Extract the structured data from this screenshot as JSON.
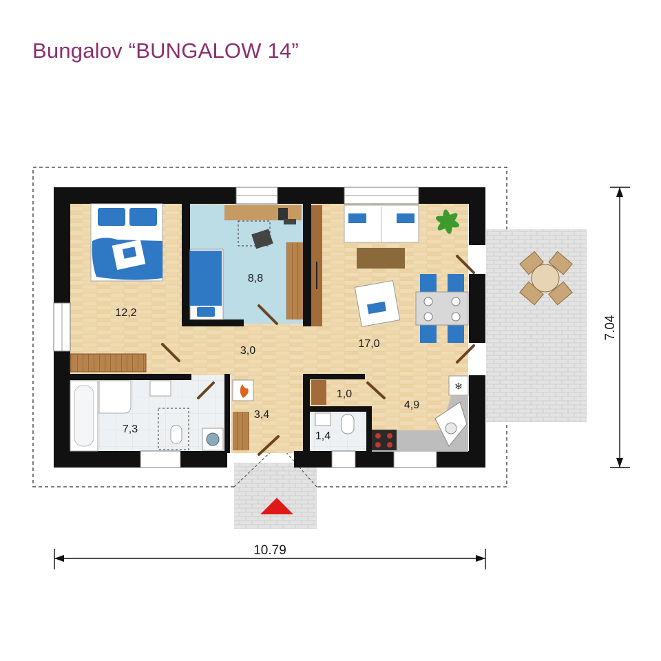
{
  "title": "Bungalov “BUNGALOW 14”",
  "colors": {
    "title": "#8a2f6b",
    "wall": "#111111",
    "wood_floor": "#f0dcb4",
    "tile_floor": "#eef1f3",
    "child_room_floor": "#bcdce6",
    "terrace_paving": "#dddddd",
    "entrance_marker": "#e01818",
    "accent_blue": "#2f78c4",
    "counter": "#bdbdbd"
  },
  "rooms": [
    {
      "id": "bedroom",
      "area": "12,2",
      "icon": "double-bed-icon"
    },
    {
      "id": "child-room",
      "area": "8,8",
      "icon": "single-bed-icon"
    },
    {
      "id": "hall",
      "area": "3,0"
    },
    {
      "id": "living-room",
      "area": "17,0",
      "icon": "sofa-icon"
    },
    {
      "id": "bathroom",
      "area": "7,3",
      "icon": "bathtub-icon"
    },
    {
      "id": "entrance-hall",
      "area": "3,4",
      "icon": "boiler-icon"
    },
    {
      "id": "pantry",
      "area": "1,0"
    },
    {
      "id": "kitchen",
      "area": "4,9",
      "icon": "stove-icon"
    },
    {
      "id": "toilet",
      "area": "1,4",
      "icon": "toilet-icon"
    }
  ],
  "dimensions": {
    "width": "10.79",
    "depth": "7.04"
  },
  "icons": [
    "double-bed-icon",
    "single-bed-icon",
    "desk-icon",
    "sofa-icon",
    "armchair-icon",
    "dining-table-icon",
    "plant-icon",
    "bathtub-icon",
    "toilet-icon",
    "washing-machine-icon",
    "fireplace-icon",
    "stove-icon",
    "sink-icon",
    "fridge-icon",
    "patio-table-icon",
    "entrance-arrow-icon"
  ]
}
